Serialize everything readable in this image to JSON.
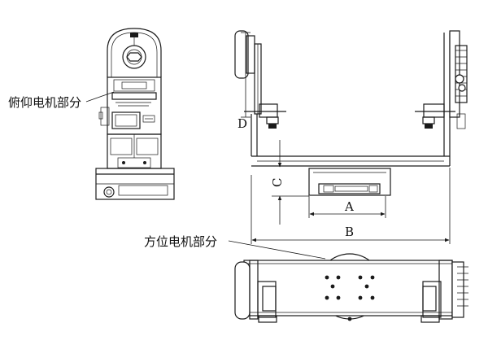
{
  "labels": {
    "pitch_motor": "俯仰电机部分",
    "azimuth_motor": "方位电机部分"
  },
  "dimensions": {
    "a": "A",
    "b": "B",
    "c": "C",
    "d": "D"
  }
}
